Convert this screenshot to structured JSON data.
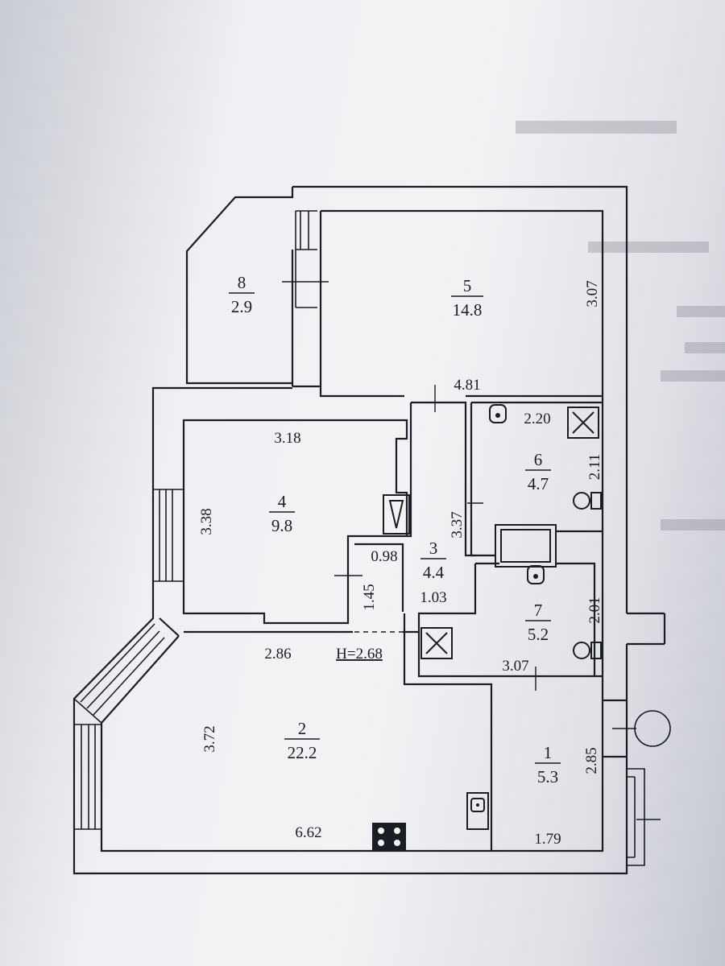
{
  "rooms": [
    {
      "number": "1",
      "area": "5.3"
    },
    {
      "number": "2",
      "area": "22.2"
    },
    {
      "number": "3",
      "area": "4.4"
    },
    {
      "number": "4",
      "area": "9.8"
    },
    {
      "number": "5",
      "area": "14.8"
    },
    {
      "number": "6",
      "area": "4.7"
    },
    {
      "number": "7",
      "area": "5.2"
    },
    {
      "number": "8",
      "area": "2.9"
    }
  ],
  "dimensions": {
    "room5_width": "4.81",
    "room5_height": "3.07",
    "room4_width": "3.18",
    "room4_height": "3.38",
    "corridor_niche": "0.98",
    "corridor_length": "3.37",
    "corridor_width": "1.03",
    "corridor_jog": "1.45",
    "bath6_width": "2.20",
    "bath6_height": "2.11",
    "bath7_height": "2.01",
    "bath7_width": "3.07",
    "room2_width_top": "2.86",
    "room2_height": "3.72",
    "room2_width_bottom": "6.62",
    "room1_height": "2.85",
    "room1_width": "1.79"
  },
  "ceiling_height": "H=2.68"
}
